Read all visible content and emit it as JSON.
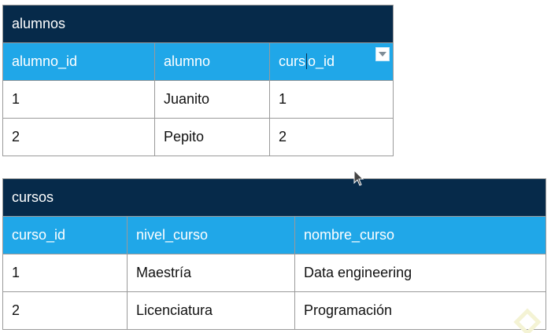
{
  "alumnos_table": {
    "title": "alumnos",
    "columns": [
      "alumno_id",
      "alumno",
      "curso_id"
    ],
    "curso_id_before_caret": "curs",
    "curso_id_after_caret": "o_id",
    "rows": [
      [
        "1",
        "Juanito",
        "1"
      ],
      [
        "2",
        "Pepito",
        "2"
      ]
    ]
  },
  "cursos_table": {
    "title": "cursos",
    "columns": [
      "curso_id",
      "nivel_curso",
      "nombre_curso"
    ],
    "rows": [
      [
        "1",
        "Maestría",
        "Data engineering"
      ],
      [
        "2",
        "Licenciatura",
        "Programación"
      ]
    ]
  },
  "colors": {
    "title_bg": "#062a4a",
    "header_bg": "#20a7e8",
    "border": "#9a9a9a"
  },
  "icons": [
    "dropdown-filter-icon",
    "mouse-pointer-icon",
    "watermark-logo-icon"
  ]
}
